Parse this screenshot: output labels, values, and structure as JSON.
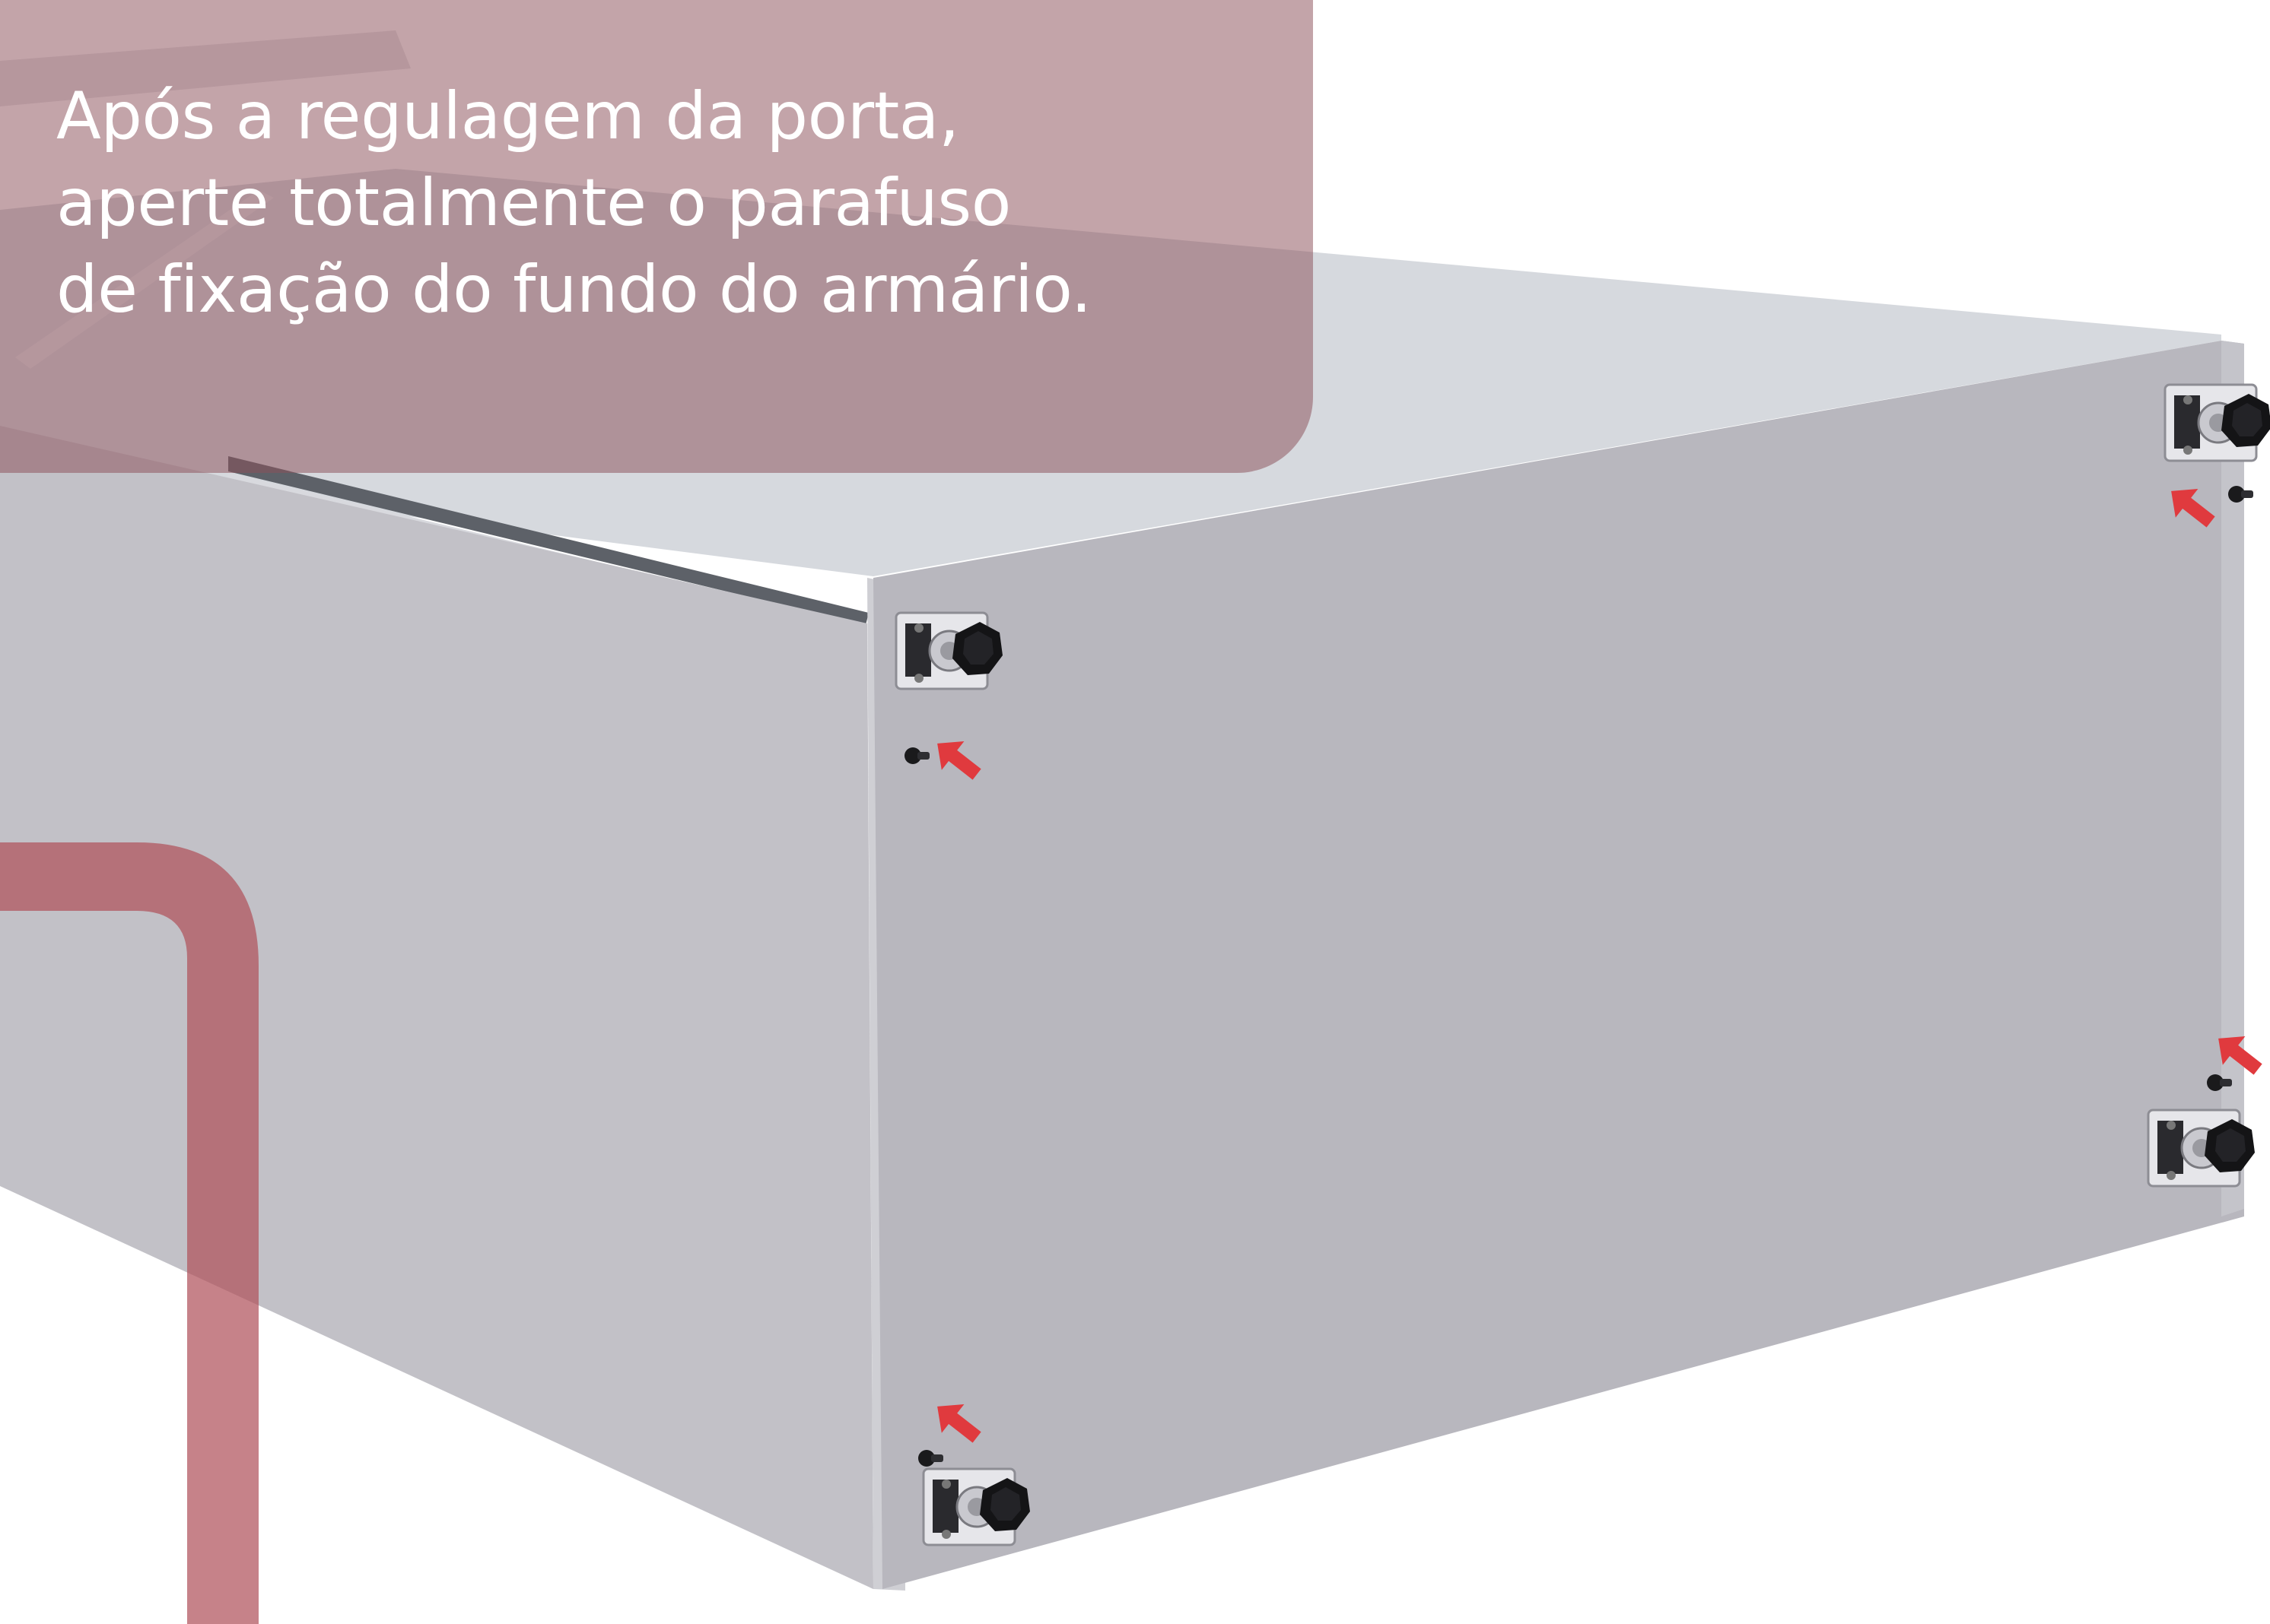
{
  "instruction": {
    "lines": [
      "Após a regulagem da porta,",
      "aperte totalmente o parafuso",
      "de fixação do fundo do armário."
    ]
  },
  "illustration": {
    "object": "cabinet-back-view",
    "fixation_screw_count": 4,
    "hinge_mount_count": 4,
    "arrow_color": "#e03a3e",
    "cabinet_color": "#b9b8bf",
    "accent_color": "#b0525c"
  }
}
